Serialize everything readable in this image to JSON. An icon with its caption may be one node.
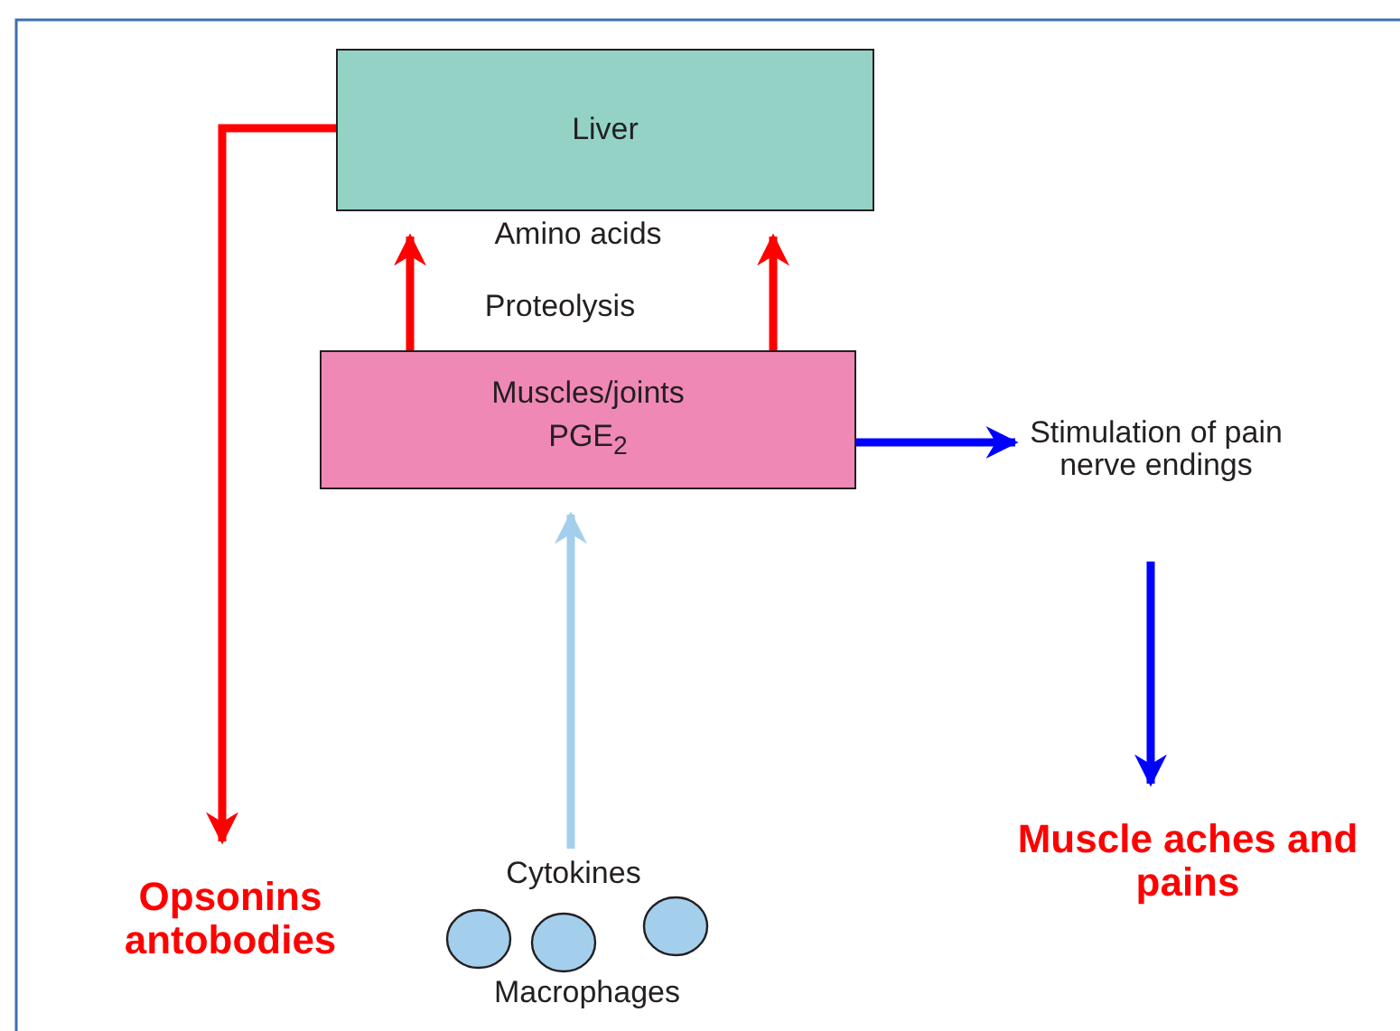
{
  "diagram": {
    "nodes": [
      {
        "text": [
          "Liver"
        ]
      },
      {
        "text": [
          "Muscles/joints",
          "PGE$_{2}$"
        ]
      },
      {
        "text": [
          "Stimulation of pain nerve endings"
        ]
      },
      {
        "text": [
          "Muscle aches and pains"
        ]
      },
      {
        "text": [
          "Opsonins antobodies"
        ]
      },
      {
        "text": [
          "Cytokines"
        ]
      }
    ],
    "edges": [
      {
        "from": 1,
        "to": 0,
        "arrow": "to",
        "color": "#ff0000"
      },
      {
        "from": 1,
        "to": 0,
        "arrow": "to",
        "color": "#ff0000"
      },
      {
        "from": 0,
        "to": 4,
        "arrow": "to",
        "color": "#ff0000"
      },
      {
        "from": 1,
        "to": 2,
        "arrow": "to",
        "color": "#0000ff"
      },
      {
        "from": 2,
        "to": 3,
        "arrow": "to",
        "color": "#0000ff"
      },
      {
        "from": 5,
        "to": 1,
        "arrow": "to",
        "color": "#a3cfec"
      }
    ],
    "labels": [
      "Amino acids",
      "Proteolysis",
      "Macrophages"
    ]
  }
}
